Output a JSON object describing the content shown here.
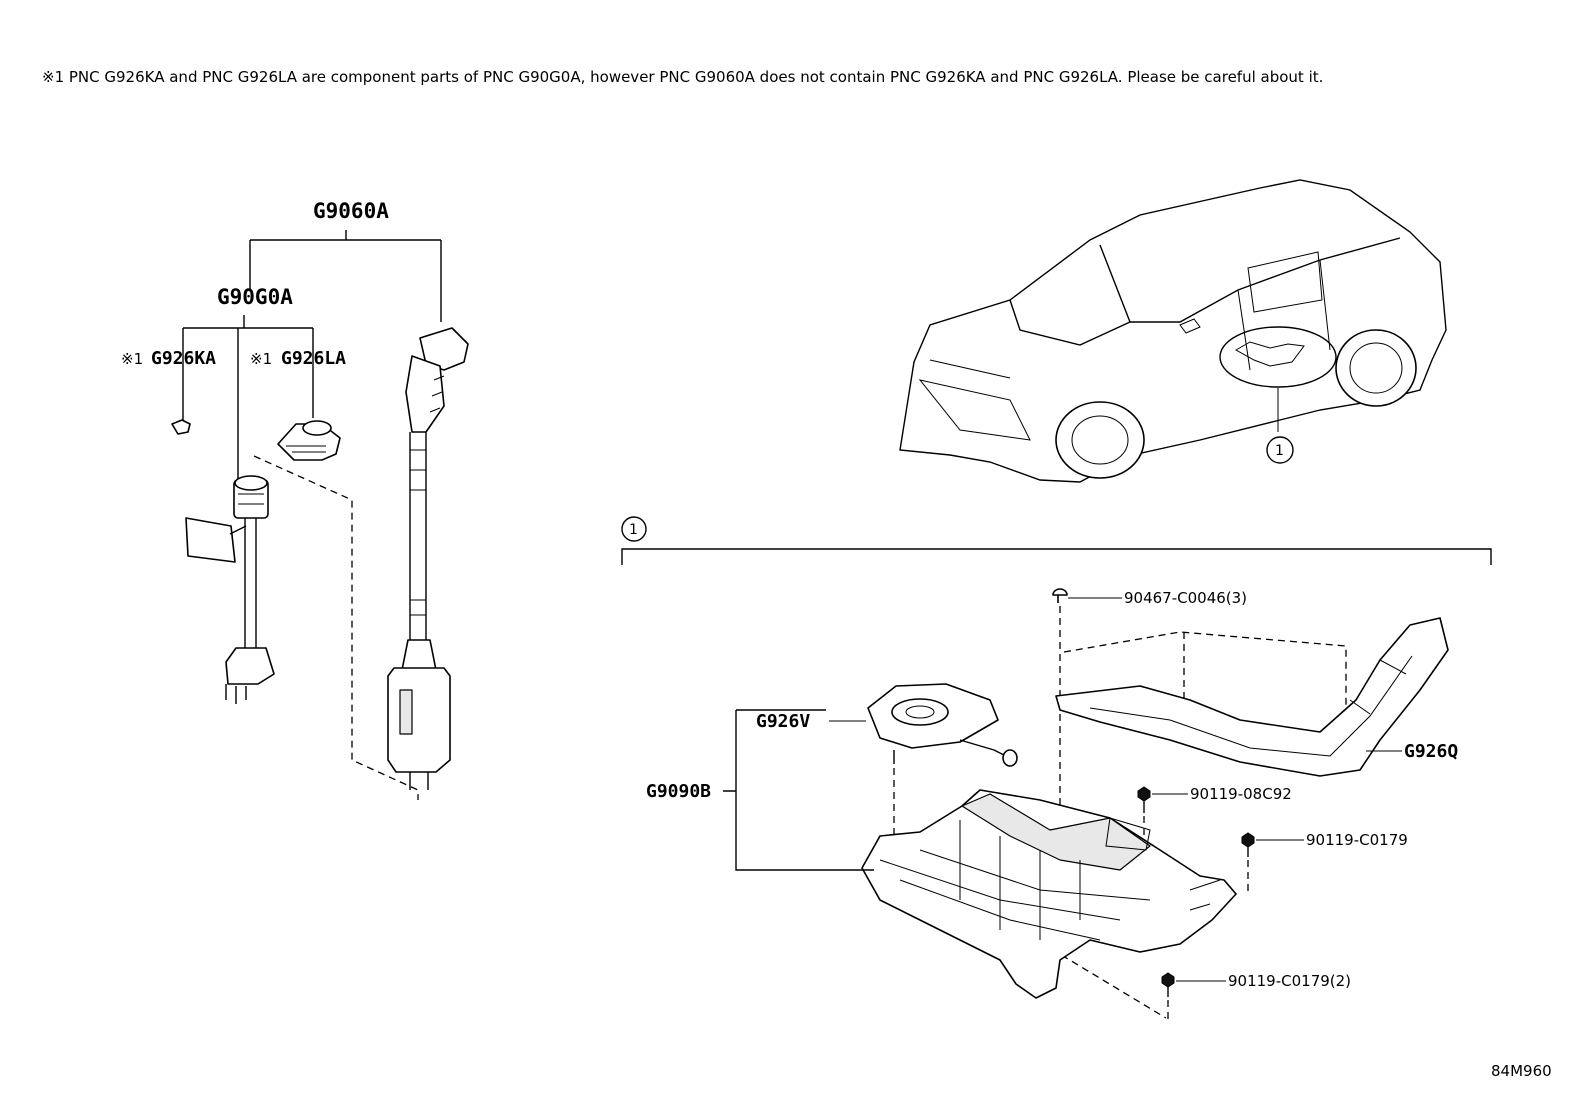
{
  "note": "※1 PNC G926KA and PNC G926LA are component parts of PNC G90G0A, however PNC G9060A does not contain PNC G926KA and PNC G926LA. Please be careful about it.",
  "labels": {
    "g9060a": "G9060A",
    "g90g0a": "G90G0A",
    "g926ka": "G926KA",
    "g926la": "G926LA",
    "ref_mark": "※1",
    "g926v": "G926V",
    "g9090b": "G9090B",
    "g926q": "G926Q",
    "p90467": "90467-C0046(3)",
    "p90119a": "90119-08C92",
    "p90119b": "90119-C0179",
    "p90119c": "90119-C0179(2)",
    "callout": "1",
    "drawing_no": "84M960"
  }
}
